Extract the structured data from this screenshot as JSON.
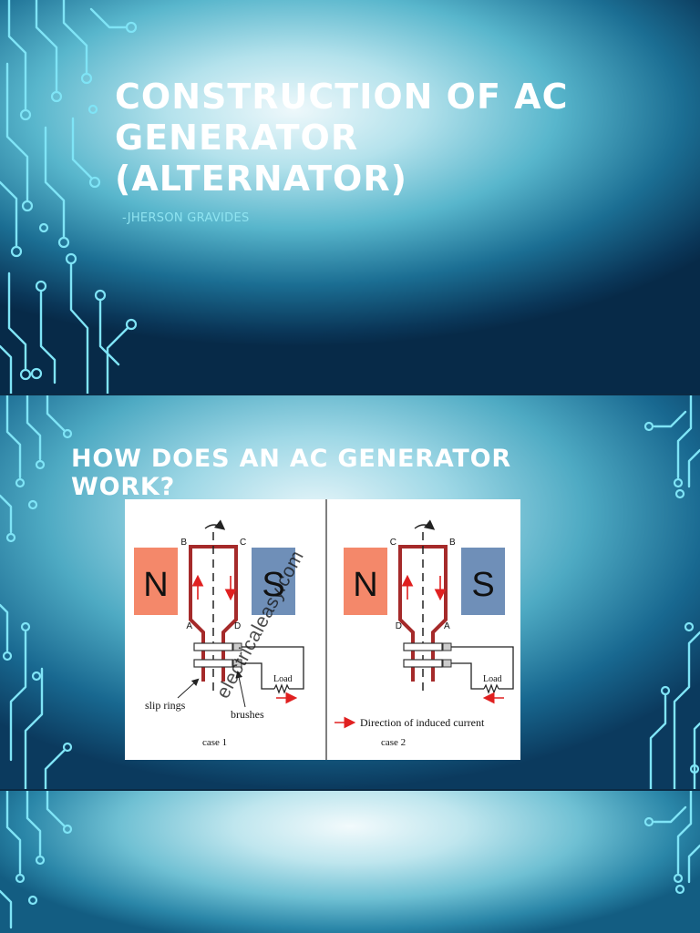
{
  "slides": [
    {
      "title": "CONSTRUCTION OF AC GENERATOR (ALTERNATOR)",
      "subtitle": "-JHERSON GRAVIDES"
    },
    {
      "title": "HOW DOES AN AC GENERATOR WORK?",
      "diagram": {
        "watermark": "electricaleasy.com",
        "legend": "Direction of induced current",
        "case1": {
          "caption": "case 1",
          "magnet_north": "N",
          "magnet_south": "S",
          "corner_top_left": "B",
          "corner_top_right": "C",
          "corner_bottom_left": "A",
          "corner_bottom_right": "D",
          "load_label": "Load",
          "slip_rings_label": "slip rings",
          "brushes_label": "brushes"
        },
        "case2": {
          "caption": "case 2",
          "magnet_north": "N",
          "magnet_south": "S",
          "corner_top_left": "C",
          "corner_top_right": "B",
          "corner_bottom_left": "D",
          "corner_bottom_right": "A",
          "load_label": "Load"
        }
      }
    },
    {}
  ],
  "colors": {
    "north_pole": "#f4886a",
    "south_pole": "#6f8fb8",
    "coil": "#a52a2a",
    "arrow": "#e02020",
    "circuit_trace": "#7fe4f6"
  }
}
